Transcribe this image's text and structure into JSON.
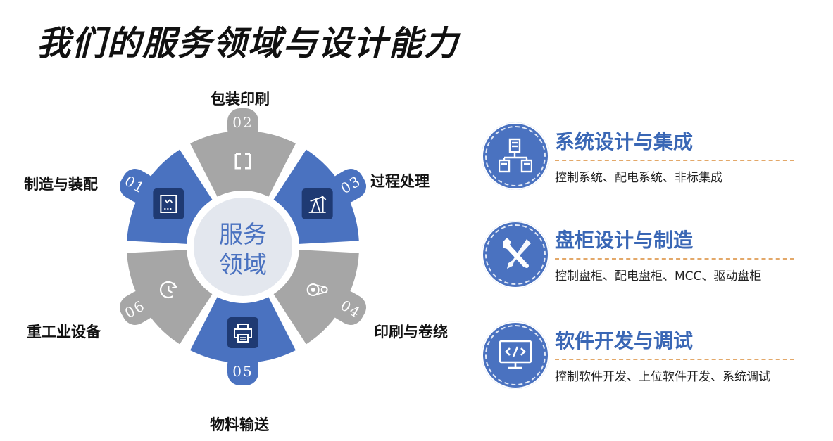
{
  "title": "我们的服务领域与设计能力",
  "wheel": {
    "center_text": "服务领域",
    "center_line1": "服务",
    "center_line2": "领域",
    "colors": {
      "blue": "#4a72c0",
      "gray": "#a6a6a6",
      "center_bg": "#e3e7ee",
      "center_text": "#4a72c0",
      "icon_box": "#1f3a73"
    },
    "segments": [
      {
        "number": "01",
        "label": "制造与装配",
        "color": "blue",
        "icon": "box-icon"
      },
      {
        "number": "02",
        "label": "包装印刷",
        "color": "gray",
        "icon": "package-icon"
      },
      {
        "number": "03",
        "label": "过程处理",
        "color": "blue",
        "icon": "pump-jack-icon"
      },
      {
        "number": "04",
        "label": "印刷与卷绕",
        "color": "gray",
        "icon": "roller-icon"
      },
      {
        "number": "05",
        "label": "物料输送",
        "color": "blue",
        "icon": "printer-icon"
      },
      {
        "number": "06",
        "label": "重工业设备",
        "color": "gray",
        "icon": "clock-icon"
      }
    ]
  },
  "capabilities": [
    {
      "heading": "系统设计与集成",
      "desc": "控制系统、配电系统、非标集成",
      "icon": "building-network-icon"
    },
    {
      "heading": "盘柜设计与制造",
      "desc": "控制盘柜、配电盘柜、MCC、驱动盘柜",
      "icon": "tools-icon"
    },
    {
      "heading": "软件开发与调试",
      "desc": "控制软件开发、上位软件开发、系统调试",
      "icon": "code-monitor-icon"
    }
  ]
}
